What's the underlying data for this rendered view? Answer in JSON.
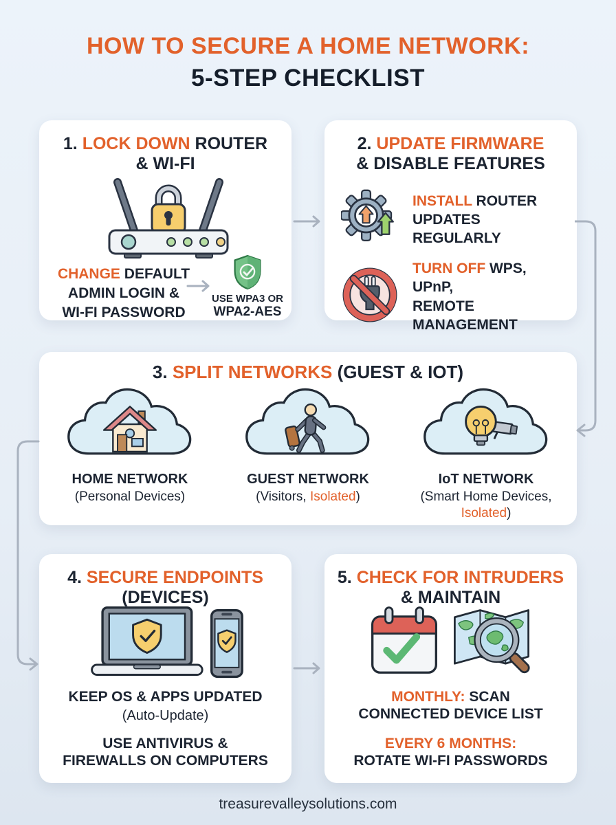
{
  "colors": {
    "orange": "#E2612B",
    "dark": "#1C2431",
    "background": "#E8EFF7",
    "card": "#FFFFFF",
    "arrow": "#A9B2BF"
  },
  "header": {
    "title_line1": "HOW TO SECURE A HOME NETWORK:",
    "title_line2": "5-STEP CHECKLIST"
  },
  "steps": {
    "one": {
      "num": "1. ",
      "title_hl": "LOCK DOWN",
      "title_rest": " ROUTER",
      "title_line2": "& WI-FI",
      "icon": "router-lock-icon",
      "body_hl": "CHANGE",
      "body_l1": " DEFAULT",
      "body_l2": "ADMIN LOGIN &",
      "body_l3": "WI-FI PASSWORD",
      "arrow_icon": "right-arrow-icon",
      "shield_icon": "shield-check-icon",
      "tip_l1": "USE WPA3 OR",
      "tip_l2": "WPA2-AES"
    },
    "two": {
      "num": "2. ",
      "title_hl": "UPDATE FIRMWARE",
      "title_line2": "& DISABLE FEATURES",
      "row1": {
        "icon": "gear-update-icon",
        "hl": "INSTALL",
        "rest": " ROUTER",
        "l2": "UPDATES REGULARLY"
      },
      "row2": {
        "icon": "no-plug-icon",
        "hl": "TURN OFF",
        "rest": " WPS, UPnP,",
        "l2": "REMOTE MANAGEMENT"
      }
    },
    "three": {
      "num": "3. ",
      "title_hl": "SPLIT NETWORKS",
      "title_rest": " (GUEST & IOT)",
      "networks": [
        {
          "icon": "home-cloud-icon",
          "name": "HOME NETWORK",
          "sub_pre": "(Personal Devices)",
          "sub_hl": "",
          "sub_post": ""
        },
        {
          "icon": "guest-cloud-icon",
          "name": "GUEST NETWORK",
          "sub_pre": "(Visitors, ",
          "sub_hl": "Isolated",
          "sub_post": ")"
        },
        {
          "icon": "iot-cloud-icon",
          "name": "IoT NETWORK",
          "sub_l1": "(Smart Home Devices,",
          "sub_l2_hl": "Isolated",
          "sub_l2_post": ")"
        }
      ]
    },
    "four": {
      "num": "4. ",
      "title_hl": "SECURE ENDPOINTS",
      "title_line2": "(DEVICES)",
      "icon": "laptop-phone-shield-icon",
      "body1_l1": "KEEP OS & APPS UPDATED",
      "body1_l2": "(Auto-Update)",
      "body2_l1": "USE ANTIVIRUS &",
      "body2_l2": "FIREWALLS ON COMPUTERS"
    },
    "five": {
      "num": "5. ",
      "title_hl": "CHECK FOR INTRUDERS",
      "title_line2": "& MAINTAIN",
      "icon1": "calendar-check-icon",
      "icon2": "map-magnifier-icon",
      "body1_hl": "MONTHLY:",
      "body1_rest": " SCAN",
      "body1_l2": "CONNECTED DEVICE LIST",
      "body2_hl": "EVERY 6 MONTHS:",
      "body2_l2": "ROTATE WI-FI PASSWORDS"
    }
  },
  "connectors": [
    "arrow-right-1-to-2",
    "arrow-curve-right-2-to-3",
    "arrow-curve-left-3-to-4",
    "arrow-right-4-to-5"
  ],
  "footer": {
    "url": "treasurevalleysolutions.com"
  }
}
